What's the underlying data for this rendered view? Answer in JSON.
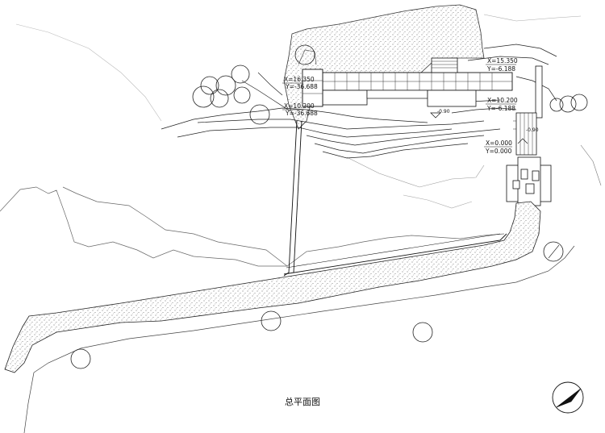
{
  "title": "总平面图",
  "coordinates": [
    {
      "x": "X=16.350",
      "y": "Y=-36.688"
    },
    {
      "x": "X=10.200",
      "y": "Y=-36.688"
    },
    {
      "x": "X=15.350",
      "y": "Y=-6.188"
    },
    {
      "x": "X=10.200",
      "y": "Y=-6.188"
    },
    {
      "x": "X=0.000",
      "y": "Y=0.000"
    }
  ],
  "elevations": [
    "-0.90",
    "-0.90"
  ],
  "icons": [
    "north-arrow-icon",
    "tree-icon"
  ]
}
